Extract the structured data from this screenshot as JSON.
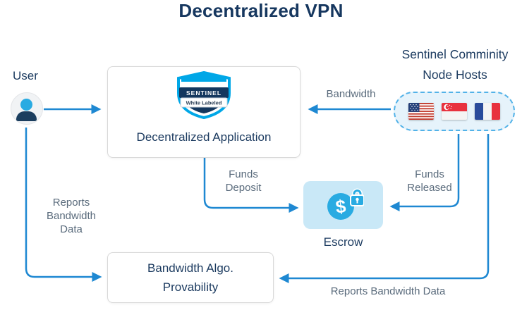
{
  "title": "Decentralized VPN",
  "colors": {
    "navy_text": "#1B3A5F",
    "arrow_blue": "#1E88D2",
    "edge_label_gray": "#5A6B7C",
    "icon_blue": "#29ABE2",
    "escrow_bg": "#C9E8F7",
    "pill_bg": "#E6F3FB",
    "pill_border": "#52B2E8",
    "shield_navy": "#14375E",
    "shield_cyan": "#00A7E7"
  },
  "nodes": {
    "user": {
      "label": "User"
    },
    "dapp": {
      "label": "Decentralized Application",
      "badge_title": "SENTINEL",
      "badge_subtitle": "White Labeled"
    },
    "node_hosts": {
      "title_line1": "Sentinel Comminity",
      "title_line2": "Node Hosts",
      "flags": [
        "united-states",
        "singapore",
        "france"
      ]
    },
    "escrow": {
      "label": "Escrow",
      "icon": "dollar-lock-icon"
    },
    "provability": {
      "line1": "Bandwidth Algo.",
      "line2": "Provability"
    }
  },
  "edges": {
    "bandwidth": {
      "label": "Bandwidth"
    },
    "funds_deposit": {
      "line1": "Funds",
      "line2": "Deposit"
    },
    "funds_released": {
      "line1": "Funds",
      "line2": "Released"
    },
    "reports_left": {
      "line1": "Reports",
      "line2": "Bandwidth",
      "line3": "Data"
    },
    "reports_bottom": {
      "label": "Reports Bandwidth Data"
    }
  }
}
